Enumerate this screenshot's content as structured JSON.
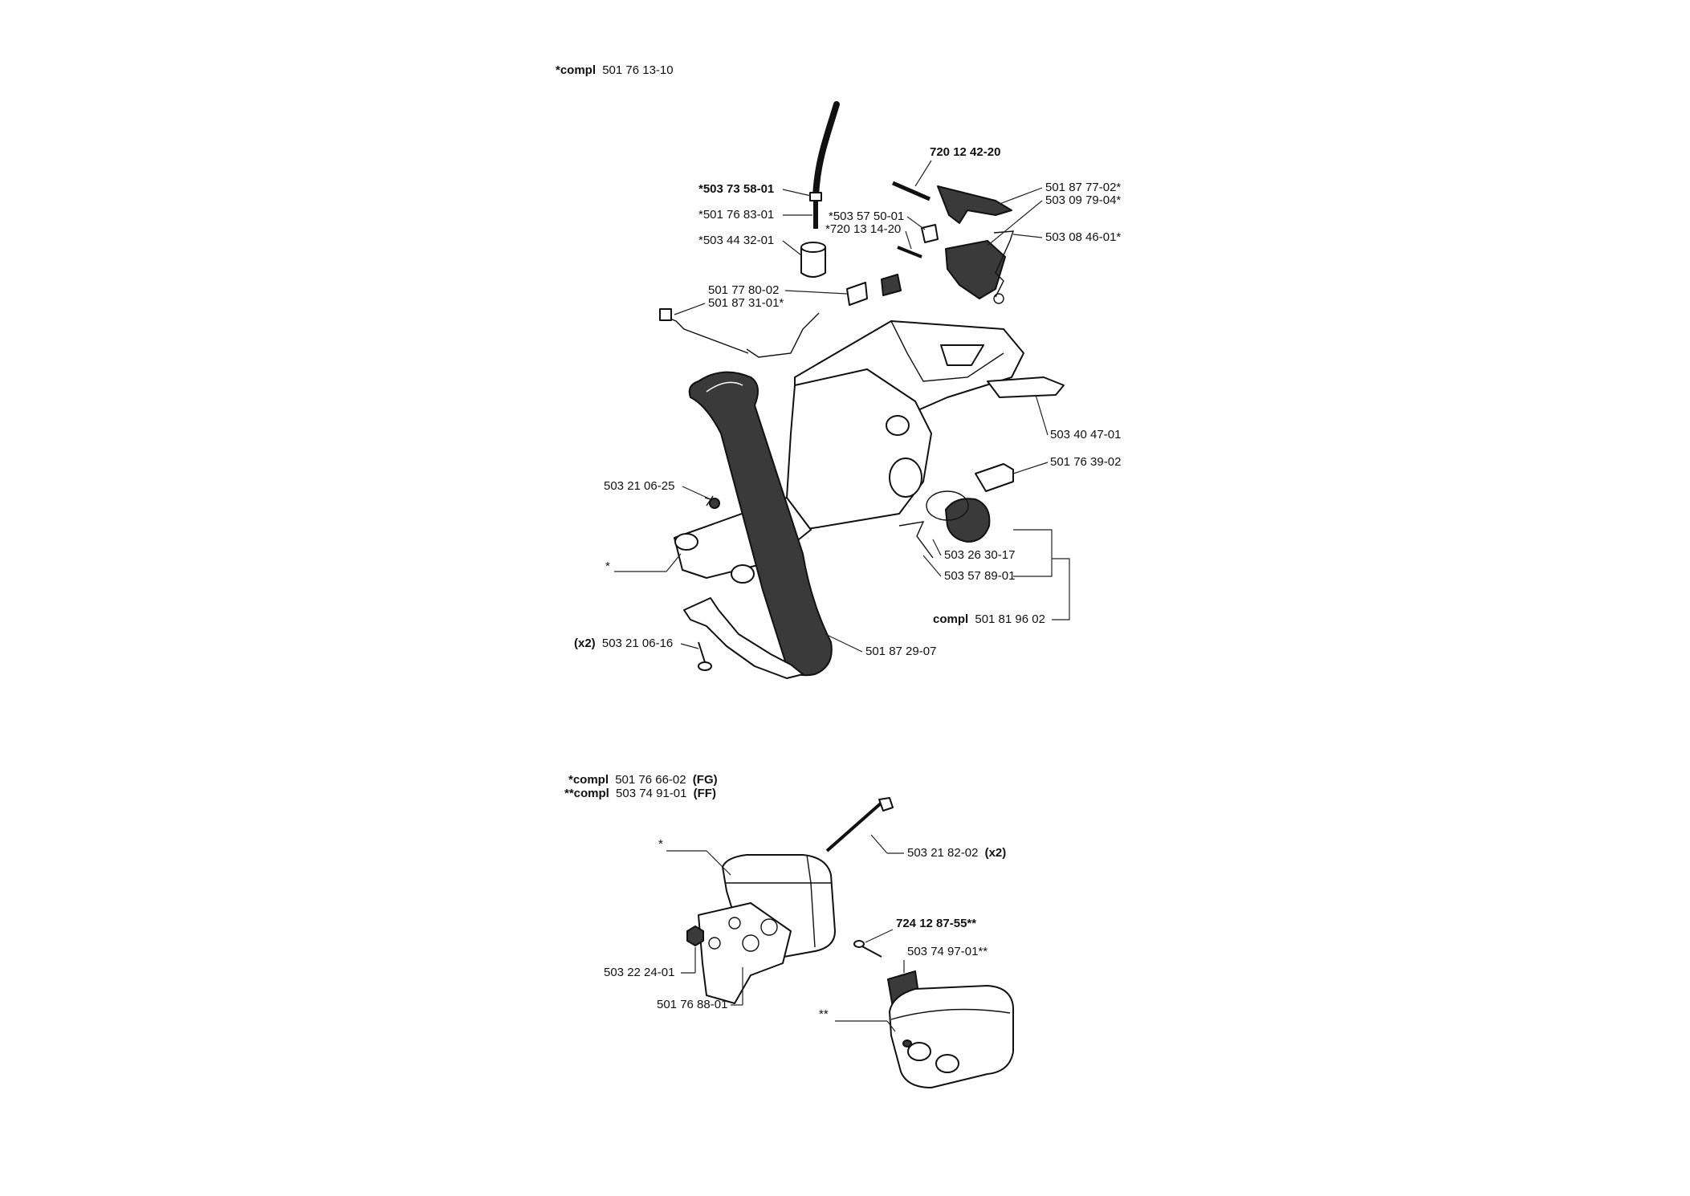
{
  "diagram": {
    "top_header": {
      "prefix": "*compl",
      "number": "501 76 13-10"
    },
    "bottom_header": {
      "line1_prefix": "*compl",
      "line1_number": "501 76 66-02",
      "line1_suffix": "(FG)",
      "line2_prefix": "**compl",
      "line2_number": "503 74 91-01",
      "line2_suffix": "(FF)"
    },
    "labels": {
      "l1": "720 12 42-20",
      "l2": "*503 73 58-01",
      "l3": "*501 76 83-01",
      "l4": "*503 44 32-01",
      "l5": "*503 57 50-01",
      "l6": "*720 13 14-20",
      "l7": "501 87 77-02*",
      "l8": "503 09 79-04*",
      "l9": "503 08 46-01*",
      "l10": "501 77 80-02",
      "l11": "501 87 31-01*",
      "l12": "503 40 47-01",
      "l13": "501 76 39-02",
      "l14": "503 21 06-25",
      "l15": "*",
      "l16": "503 26 30-17",
      "l17": "503 57 89-01",
      "l18_prefix": "compl",
      "l18": "501 81 96 02",
      "l19_prefix": "(x2)",
      "l19": "503 21 06-16",
      "l20": "501 87 29-07",
      "l21": "*",
      "l22": "503 21 82-02",
      "l22_suffix": "(x2)",
      "l23": "724 12 87-55**",
      "l24": "503 74 97-01**",
      "l25": "503 22 24-01",
      "l26": "501 76 88-01",
      "l27": "**"
    }
  }
}
